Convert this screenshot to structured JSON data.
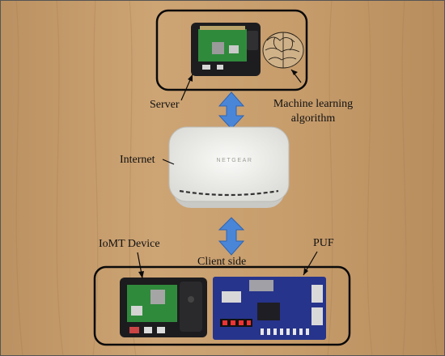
{
  "labels": {
    "server": "Server",
    "ml_line1": "Machine learning",
    "ml_line2": "algorithm",
    "internet": "Internet",
    "iomt": "IoMT Device",
    "client": "Client side",
    "puf": "PUF"
  },
  "device_text": {
    "router_brand": "NETGEAR"
  },
  "colors": {
    "wood": "#c8a170",
    "frame": "#0a0a0a",
    "arrow": "#4a86d8",
    "router": "#f1f1ef",
    "pi_board": "#2f8a3c",
    "fpga_board": "#27348b"
  }
}
